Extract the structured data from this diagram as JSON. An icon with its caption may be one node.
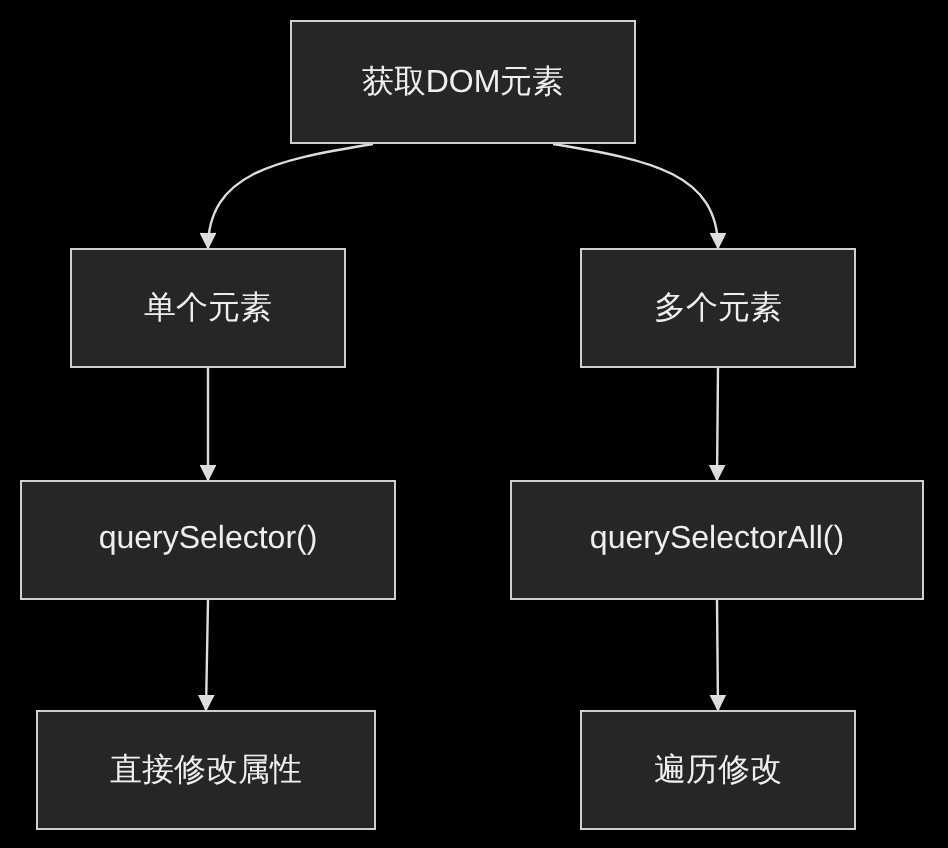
{
  "diagram": {
    "nodes": [
      {
        "text": [
          "获取DOM元素"
        ]
      },
      {
        "text": [
          "单个元素"
        ]
      },
      {
        "text": [
          "多个元素"
        ]
      },
      {
        "text": [
          "querySelector()"
        ]
      },
      {
        "text": [
          "querySelectorAll()"
        ]
      },
      {
        "text": [
          "直接修改属性"
        ]
      },
      {
        "text": [
          "遍历修改"
        ]
      }
    ],
    "edges": [
      {
        "from": 0,
        "to": 1,
        "arrow": "to"
      },
      {
        "from": 0,
        "to": 2,
        "arrow": "to"
      },
      {
        "from": 1,
        "to": 3,
        "arrow": "to"
      },
      {
        "from": 2,
        "to": 4,
        "arrow": "to"
      },
      {
        "from": 3,
        "to": 5,
        "arrow": "to"
      },
      {
        "from": 4,
        "to": 6,
        "arrow": "to"
      }
    ]
  }
}
